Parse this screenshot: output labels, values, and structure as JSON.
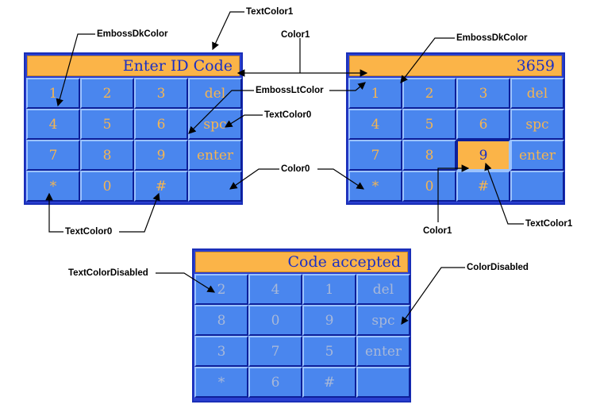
{
  "keypad_left": {
    "display": "Enter ID Code",
    "keys": [
      "1",
      "2",
      "3",
      "del",
      "4",
      "5",
      "6",
      "spc",
      "7",
      "8",
      "9",
      "enter",
      "*",
      "0",
      "#",
      ""
    ]
  },
  "keypad_right": {
    "display": "3659",
    "keys": [
      "1",
      "2",
      "3",
      "del",
      "4",
      "5",
      "6",
      "spc",
      "7",
      "8",
      "9",
      "enter",
      "*",
      "0",
      "#",
      ""
    ],
    "pressed_key": "9"
  },
  "keypad_bottom": {
    "display": "Code accepted",
    "keys": [
      "2",
      "4",
      "1",
      "del",
      "8",
      "0",
      "9",
      "spc",
      "3",
      "7",
      "5",
      "enter",
      "*",
      "6",
      "#",
      ""
    ]
  },
  "labels": {
    "text_color1_top": "TextColor1",
    "color1_top": "Color1",
    "emboss_dk_left": "EmbossDkColor",
    "emboss_dk_right": "EmbossDkColor",
    "emboss_lt": "EmbossLtColor",
    "text_color0_mid": "TextColor0",
    "color0": "Color0",
    "text_color0_bottom": "TextColor0",
    "color1_bottom": "Color1",
    "text_color1_bottom": "TextColor1",
    "text_color_disabled": "TextColorDisabled",
    "color_disabled": "ColorDisabled"
  },
  "colors": {
    "display_bg": "#fbb448",
    "key_bg": "#4a86ee",
    "key_text": "#f5b551",
    "display_text": "#1b2fc4",
    "disabled_text": "#a8b8d8"
  }
}
